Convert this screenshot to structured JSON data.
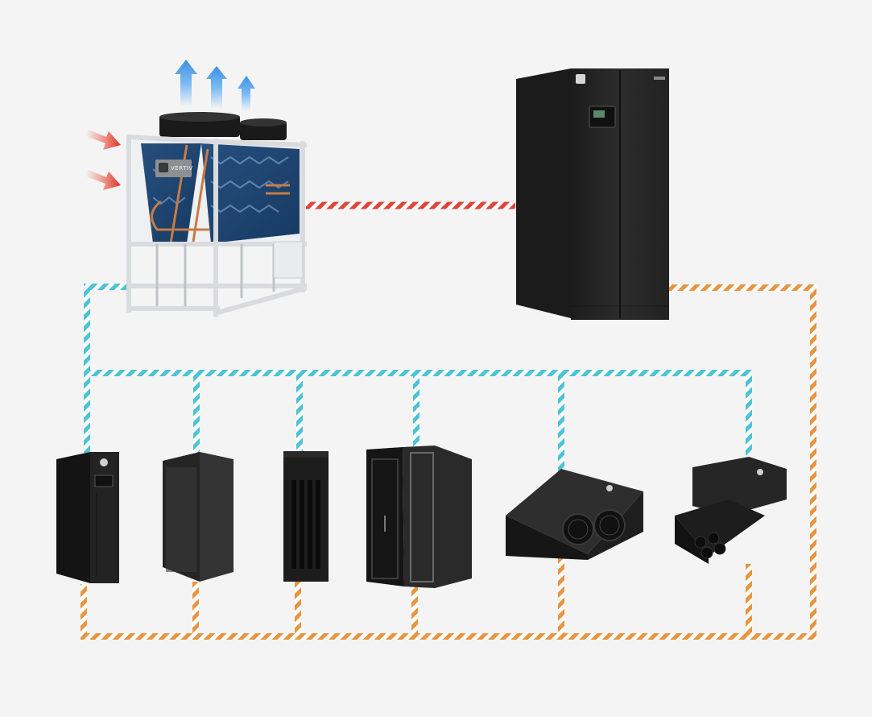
{
  "diagram": {
    "colors": {
      "background": "#f4f4f5",
      "hot_pipe": "#e0453a",
      "cold_pipe": "#4cc3d6",
      "return_pipe": "#e89440",
      "airflow_out": "#5aaaf0",
      "airflow_in": "#e84a35",
      "equipment": "#262626",
      "frame": "#e6e6e6",
      "coil": "#1d4b7a",
      "copper": "#c97a45"
    },
    "components": [
      {
        "id": "dry-cooler",
        "icon": "dry-cooler-icon",
        "brand_label": "VERTIV"
      },
      {
        "id": "pumping-unit",
        "icon": "cabinet-unit-icon"
      },
      {
        "id": "rack-cooler-1",
        "icon": "rack-cabinet-icon"
      },
      {
        "id": "rear-door-cooler",
        "icon": "rear-door-icon"
      },
      {
        "id": "inrow-cooler",
        "icon": "inrow-unit-icon"
      },
      {
        "id": "open-rack",
        "icon": "open-rack-icon"
      },
      {
        "id": "overhead-cooler-1",
        "icon": "ceiling-fan-unit-icon"
      },
      {
        "id": "overhead-cooler-2",
        "icon": "ceiling-fan-unit-icon"
      }
    ]
  }
}
